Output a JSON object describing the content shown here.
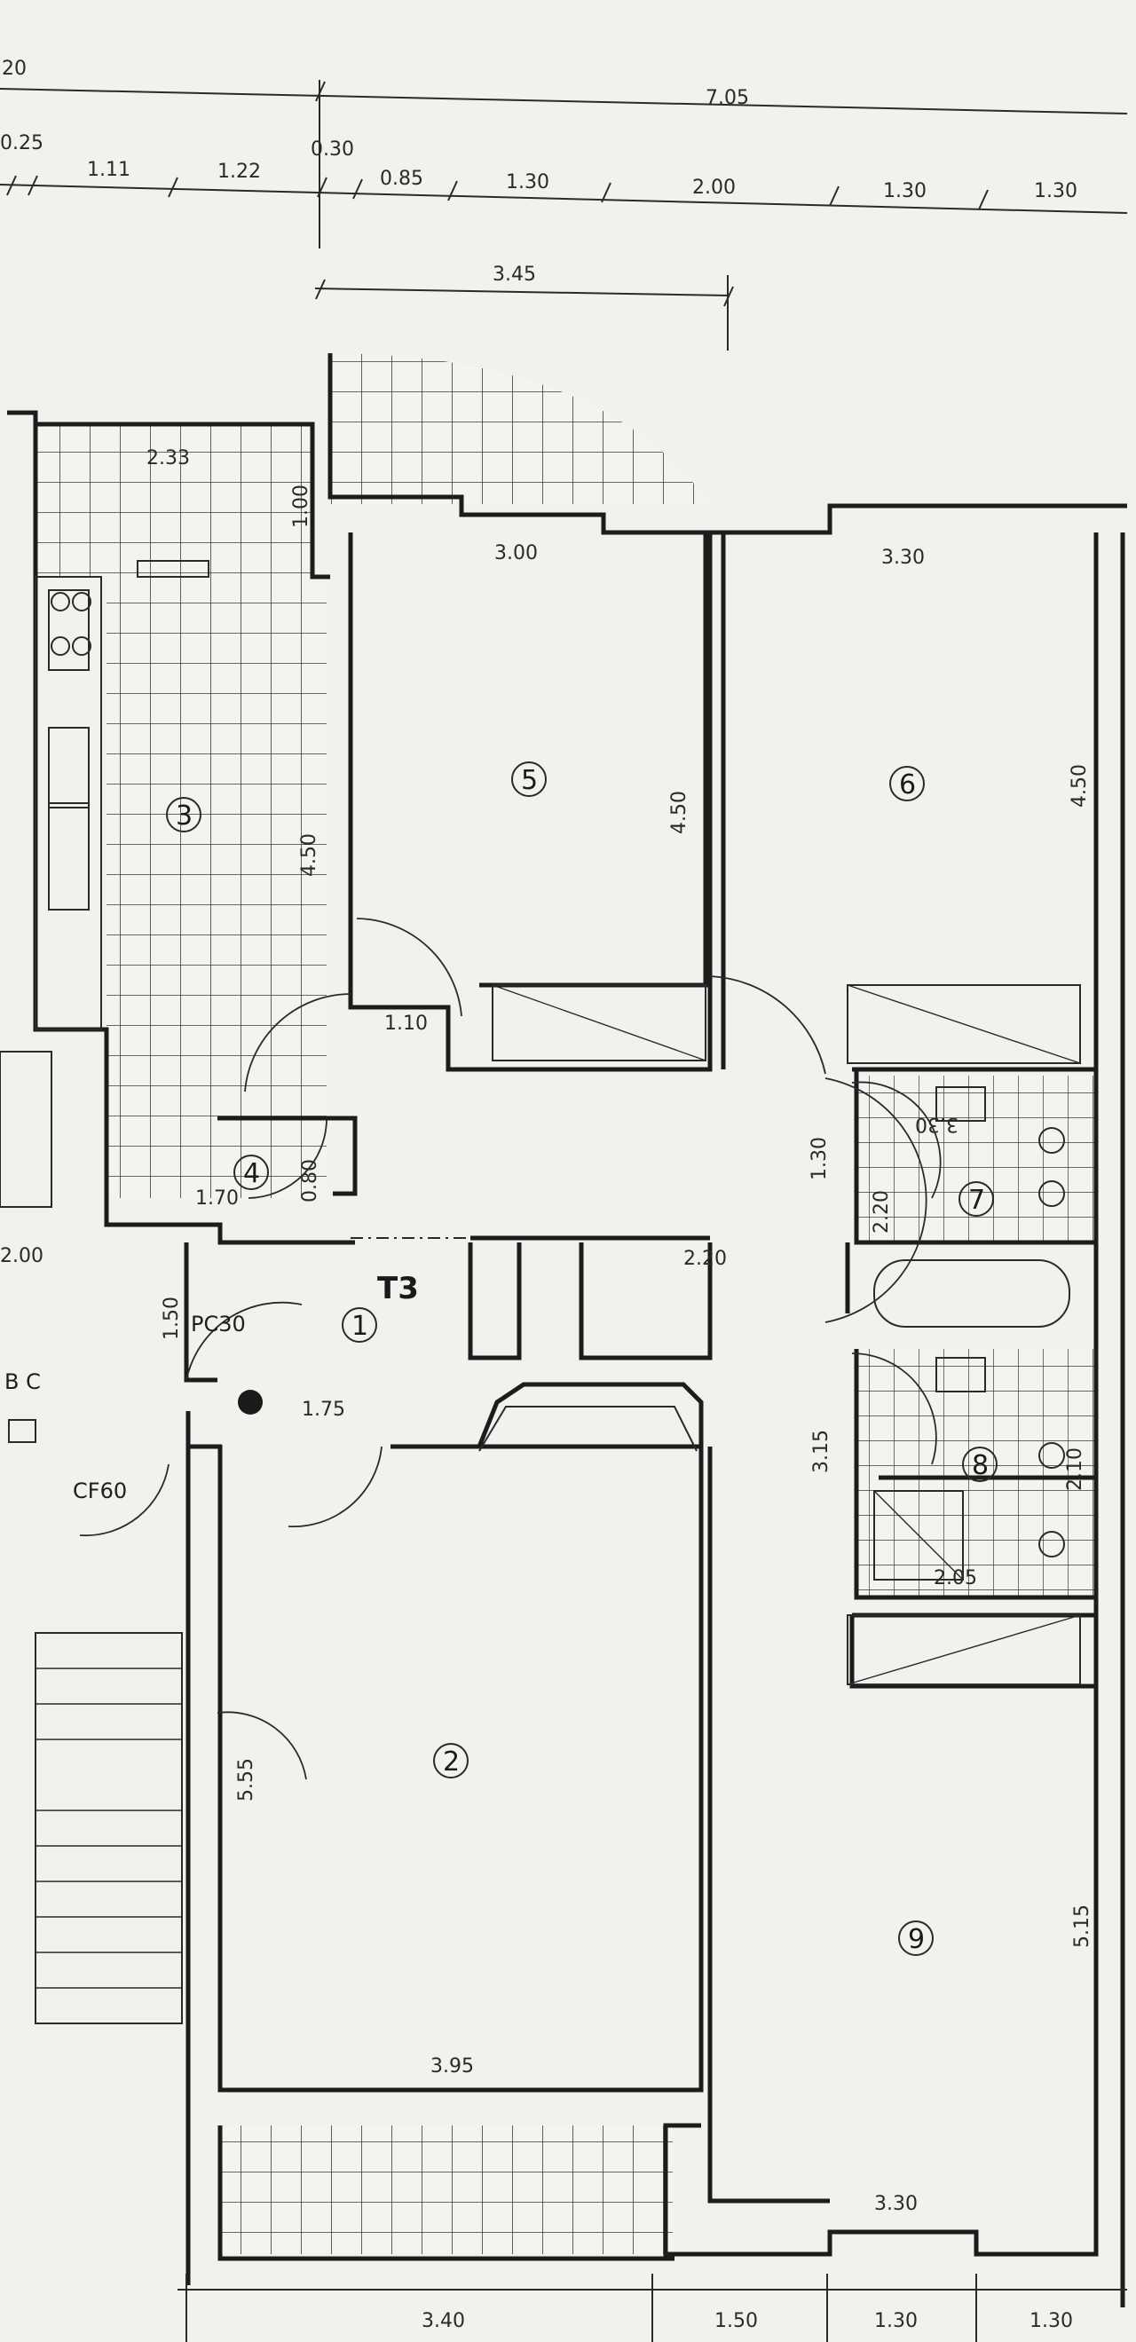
{
  "plan": {
    "unit_tag": "T3",
    "room_numbers": [
      "1",
      "2",
      "3",
      "4",
      "5",
      "6",
      "7",
      "8",
      "9"
    ],
    "labels": {
      "pc": "PC30",
      "cf": "CF60",
      "bc": "B C"
    },
    "top_dims_outer": [
      "20",
      "7.05"
    ],
    "top_dims_inner": [
      "0.25",
      "1.11",
      "1.22",
      "0.30",
      "0.85",
      "1.30",
      "2.00",
      "1.30",
      "1.30"
    ],
    "top_dim_third": "3.45",
    "bottom_dims": [
      "3.40",
      "1.50",
      "1.30",
      "1.30"
    ],
    "room_dims": {
      "kitchen_balcony": "2.33",
      "kitchen_balcony_depth": "1.00",
      "kitchen_depth": "4.50",
      "room5_width": "3.00",
      "room5_depth": "4.50",
      "room6_width": "3.30",
      "room6_depth": "4.50",
      "hall_width": "1.10",
      "storage_width": "1.70",
      "storage_depth": "0.80",
      "corridor_depth": "1.30",
      "corridor_width": "2.20",
      "bath7_depth": "2.20",
      "bath7_width": "3.30",
      "pc_depth": "1.50",
      "entrance_width": "1.75",
      "left_width": "2.00",
      "bath8_depth": "3.15",
      "bath8_side": "2.10",
      "bath8_width": "2.05",
      "living_depth": "5.55",
      "living_width": "3.95",
      "room9_depth": "5.15",
      "room9_width": "3.30"
    }
  }
}
